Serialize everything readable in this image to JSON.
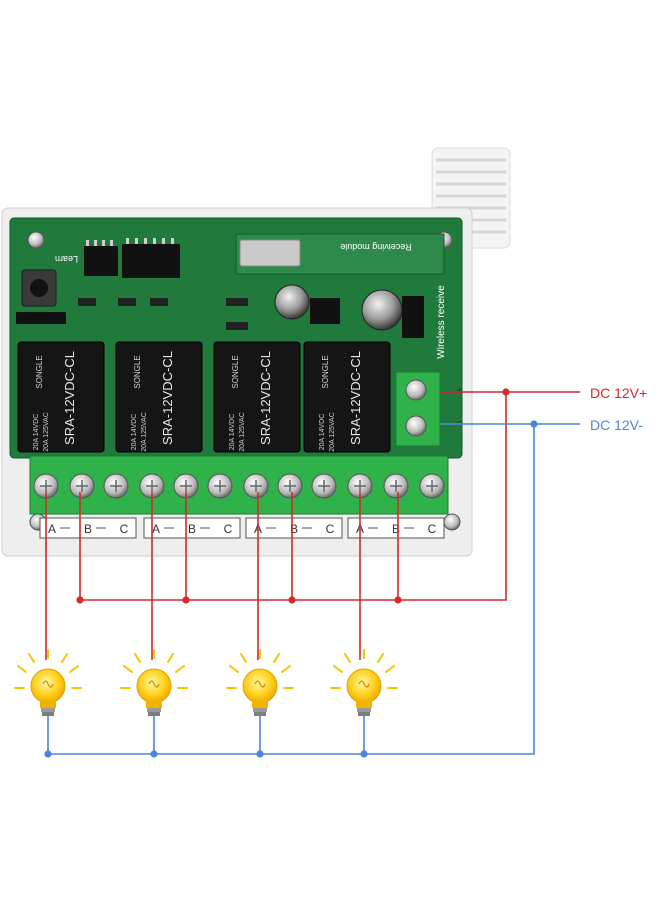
{
  "diagram": {
    "power": {
      "positive_label": "DC 12V+",
      "negative_label": "DC 12V-",
      "positive_color": "#d42a2a",
      "negative_color": "#4a86d6"
    },
    "board": {
      "pcb_color": "#1f7a3c",
      "learn_label": "Learn",
      "module_label": "Receiving module",
      "wireless_label": "Wireless receive",
      "relay_brand": "SONGLE",
      "relay_model": "SRA-12VDC-CL",
      "relay_rating_1": "20A 14VDC",
      "relay_rating_2": "20A 125VAC",
      "power_terminal_plus": "+",
      "power_terminal_minus": "−"
    },
    "channels": [
      {
        "a": "A",
        "b": "B",
        "c": "C"
      },
      {
        "a": "A",
        "b": "B",
        "c": "C"
      },
      {
        "a": "A",
        "b": "B",
        "c": "C"
      },
      {
        "a": "A",
        "b": "B",
        "c": "C"
      }
    ],
    "lamp_count": 4
  }
}
